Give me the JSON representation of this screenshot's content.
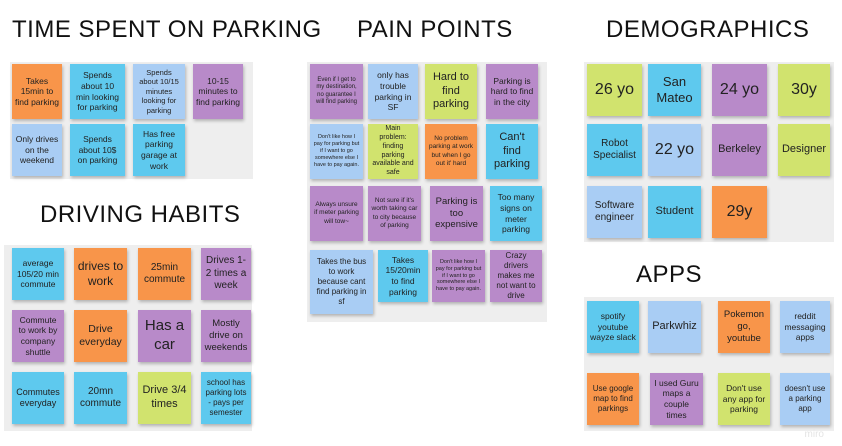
{
  "sections": {
    "time_spent": "TIME SPENT ON PARKING",
    "pain_points": "PAIN POINTS",
    "demographics": "DEMOGRAPHICS",
    "driving_habits": "DRIVING HABITS",
    "apps": "APPS"
  },
  "time_spent_notes": [
    "Takes 15min to find parking",
    "Spends about 10 min looking for parking",
    "Spends about 10/15 minutes looking for parking",
    "10-15 minutes to find parking",
    "Only drives on the weekend",
    "Spends about 10$ on parking",
    "Has free parking garage at work"
  ],
  "driving_notes": [
    "average 105/20 min commute",
    "drives to work",
    "25min commute",
    "Drives 1-2 times a week",
    "Commute to work by company shuttle",
    "Drive everyday",
    "Has a car",
    "Mostly drive on weekends",
    "Commutes everyday",
    "20mn commute",
    "Drive 3/4 times",
    "school has parking lots - pays per semester"
  ],
  "pain_notes": [
    "Even if I get to my destination, no guarantee I will find parking",
    "only has trouble parking in SF",
    "Hard to find parking",
    "Parking is hard to find in the city",
    "Don't like how I pay for parking but if I want to go somewhere else I have to pay again.",
    "Main problem: finding parking available and safe",
    "No problem parking at work but when I go out it' hard",
    "Can't find parking",
    "Always unsure if meter parking will tow~",
    "Not sure if it's worth taking car to city because of parking",
    "Parking is too expensive",
    "Too many signs on meter parking",
    "Takes the bus to work because cant find parking in sf",
    "Takes 15/20min to find parking",
    "Don't like how I pay for parking but if I want to go somewhere else I have to pay again.",
    "Crazy drivers makes me not want to drive"
  ],
  "demo_notes": [
    "26 yo",
    "San Mateo",
    "24 yo",
    "30y",
    "Robot Specialist",
    "22 yo",
    "Berkeley",
    "Designer",
    "Software engineer",
    "Student",
    "29y"
  ],
  "app_notes": [
    "spotify youtube wayze slack",
    "Parkwhiz",
    "Pokemon go, youtube",
    "reddit messaging apps",
    "Use google map to find parkings",
    "I used Guru maps a couple times",
    "Don't use any app for parking",
    "doesn't use a parking app"
  ],
  "watermark": "miro",
  "colors": {
    "orange": "#f8954a",
    "blue": "#5ec9ee",
    "lightblue": "#a9cdf4",
    "purple": "#b88ac9",
    "lime": "#d1e36e",
    "cluster_bg": "#eeeeee"
  }
}
